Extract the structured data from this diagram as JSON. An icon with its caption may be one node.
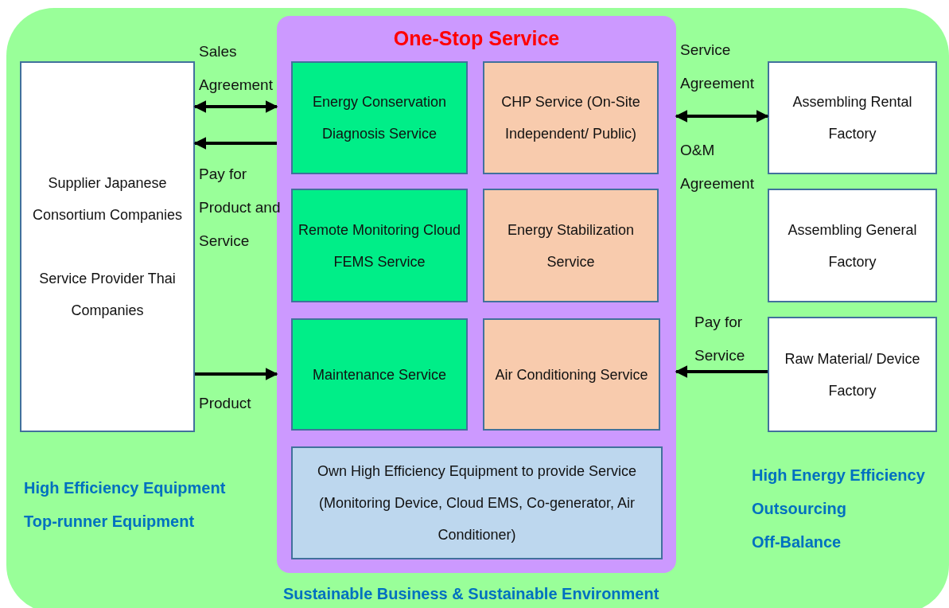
{
  "diagram": {
    "nodes": [
      {
        "text": [
          "Supplier Japanese Consortium Companies",
          "Service Provider Thai Companies"
        ]
      },
      {
        "text": [
          "One-Stop Service"
        ]
      },
      {
        "text": [
          "Energy Conservation Diagnosis Service"
        ],
        "in": 1
      },
      {
        "text": [
          "CHP Service (On-Site Independent/ Public)"
        ],
        "in": 1
      },
      {
        "text": [
          "Remote Monitoring Cloud FEMS Service"
        ],
        "in": 1
      },
      {
        "text": [
          "Energy Stabilization Service"
        ],
        "in": 1
      },
      {
        "text": [
          "Maintenance Service"
        ],
        "in": 1
      },
      {
        "text": [
          "Air Conditioning Service"
        ],
        "in": 1
      },
      {
        "text": [
          "Own High Efficiency Equipment to provide Service (Monitoring Device, Cloud EMS, Co-generator, Air Conditioner)"
        ],
        "in": 1
      },
      {
        "text": [
          "Assembling Rental Factory"
        ]
      },
      {
        "text": [
          "Assembling General Factory"
        ]
      },
      {
        "text": [
          "Raw Material/ Device Factory"
        ]
      }
    ],
    "edges": [
      {
        "from": 0,
        "to": 1,
        "arrow": "both",
        "label": "Sales Agreement"
      },
      {
        "from": 1,
        "to": 0,
        "arrow": "to",
        "label": "Pay for Product and Service"
      },
      {
        "from": 0,
        "to": 1,
        "arrow": "to",
        "label": "Product"
      },
      {
        "from": 1,
        "to": 9,
        "arrow": "both",
        "label": "Service Agreement"
      },
      {
        "from": 11,
        "to": 1,
        "arrow": "to",
        "label": "Pay for Service"
      }
    ],
    "labels": [
      "O&M Agreement",
      "High Efficiency Equipment",
      "Top-runner Equipment",
      "High Energy Efficiency",
      "Outsourcing",
      "Off-Balance",
      "Sustainable Business & Sustainable Environment"
    ]
  }
}
